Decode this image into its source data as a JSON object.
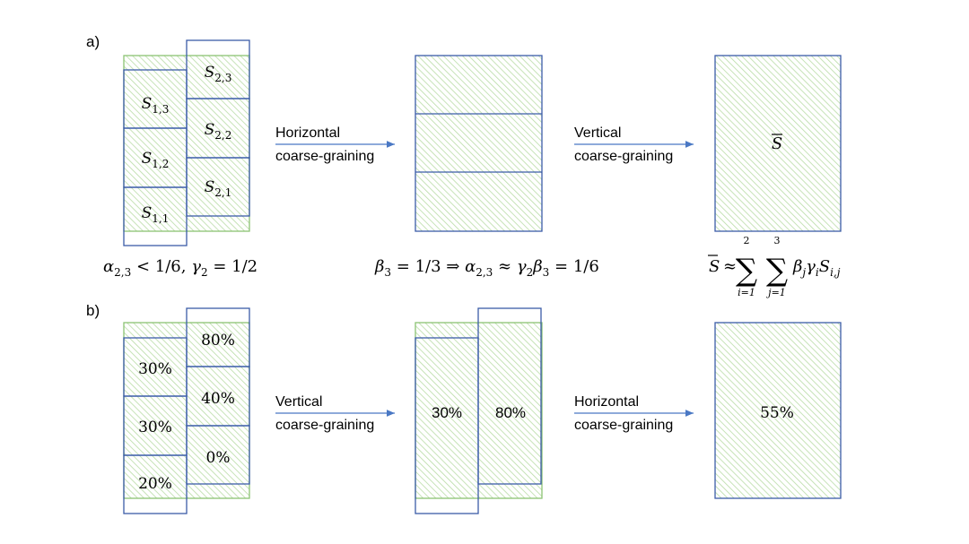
{
  "panel_a": {
    "label": "a)",
    "cells_left": [
      "S_{1,3}",
      "S_{1,2}",
      "S_{1,1}"
    ],
    "cells_right": [
      "S_{2,3}",
      "S_{2,2}",
      "S_{2,1}"
    ],
    "cell_letter": "S",
    "cells_left_sub": [
      "1,3",
      "1,2",
      "1,1"
    ],
    "cells_right_sub": [
      "2,3",
      "2,2",
      "2,1"
    ],
    "arrow1": {
      "line1": "Horizontal",
      "line2": "coarse-graining"
    },
    "arrow2": {
      "line1": "Vertical",
      "line2": "coarse-graining"
    },
    "result_symbol": "S",
    "eq1": {
      "a": "α",
      "a_sub": "2,3",
      "rest1": " < 1/6, ",
      "g": "γ",
      "g_sub": "2",
      "rest2": " = 1/2"
    },
    "eq2": {
      "b": "β",
      "b_sub": "3",
      "rest1": " = 1/3 ⇒ ",
      "a": "α",
      "a_sub": "2,3",
      "rest2": " ≈ ",
      "g": "γ",
      "g_sub": "2",
      "b2": "β",
      "b2_sub": "3",
      "rest3": " = 1/6"
    },
    "eq3": {
      "lhs": "S",
      "approx": "≈",
      "sum1_top": "2",
      "sum1_bot": "i=1",
      "sum2_top": "3",
      "sum2_bot": "j=1",
      "sigma": "∑",
      "b": "β",
      "b_sub": "j",
      "g": "γ",
      "g_sub": "i",
      "s": "S",
      "s_sub": "i,j"
    }
  },
  "panel_b": {
    "label": "b)",
    "cells_left": [
      "30%",
      "30%",
      "20%"
    ],
    "cells_right": [
      "80%",
      "40%",
      "0%"
    ],
    "arrow1": {
      "line1": "Vertical",
      "line2": "coarse-graining"
    },
    "arrow2": {
      "line1": "Horizontal",
      "line2": "coarse-graining"
    },
    "mid_left": "30%",
    "mid_right": "80%",
    "result": "55%"
  },
  "colors": {
    "blue": "#3b5ca8",
    "green": "#8cc474",
    "hatch": "#b9dca6",
    "arrow": "#4a78c4"
  }
}
